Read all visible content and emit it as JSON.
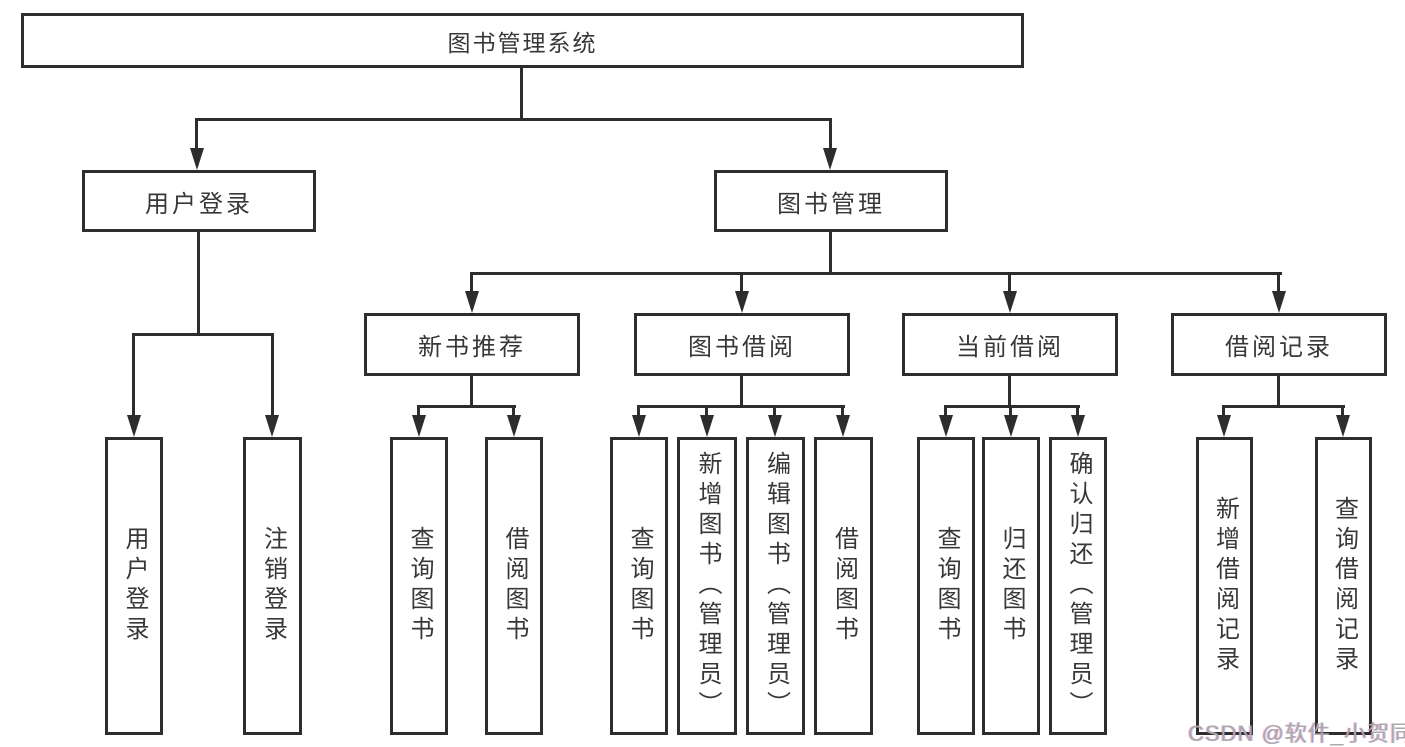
{
  "diagram": {
    "root": {
      "label": "图书管理系统"
    },
    "branches": [
      {
        "label": "用户登录",
        "children": [
          {
            "label": "用户登录"
          },
          {
            "label": "注销登录"
          }
        ]
      },
      {
        "label": "图书管理",
        "groups": [
          {
            "label": "新书推荐",
            "children": [
              {
                "label": "查询图书"
              },
              {
                "label": "借阅图书"
              }
            ]
          },
          {
            "label": "图书借阅",
            "children": [
              {
                "label": "查询图书"
              },
              {
                "label": "新增图书（管理员）"
              },
              {
                "label": "编辑图书（管理员）"
              },
              {
                "label": "借阅图书"
              }
            ]
          },
          {
            "label": "当前借阅",
            "children": [
              {
                "label": "查询图书"
              },
              {
                "label": "归还图书"
              },
              {
                "label": "确认归还（管理员）"
              }
            ]
          },
          {
            "label": "借阅记录",
            "children": [
              {
                "label": "新增借阅记录"
              },
              {
                "label": "查询借阅记录"
              }
            ]
          }
        ]
      }
    ],
    "watermark": "CSDN @软件_小贺同学",
    "colors": {
      "line": "#2d2d2d",
      "text": "#383838",
      "background": "#ffffff",
      "watermark": "#aaa8aa"
    }
  }
}
